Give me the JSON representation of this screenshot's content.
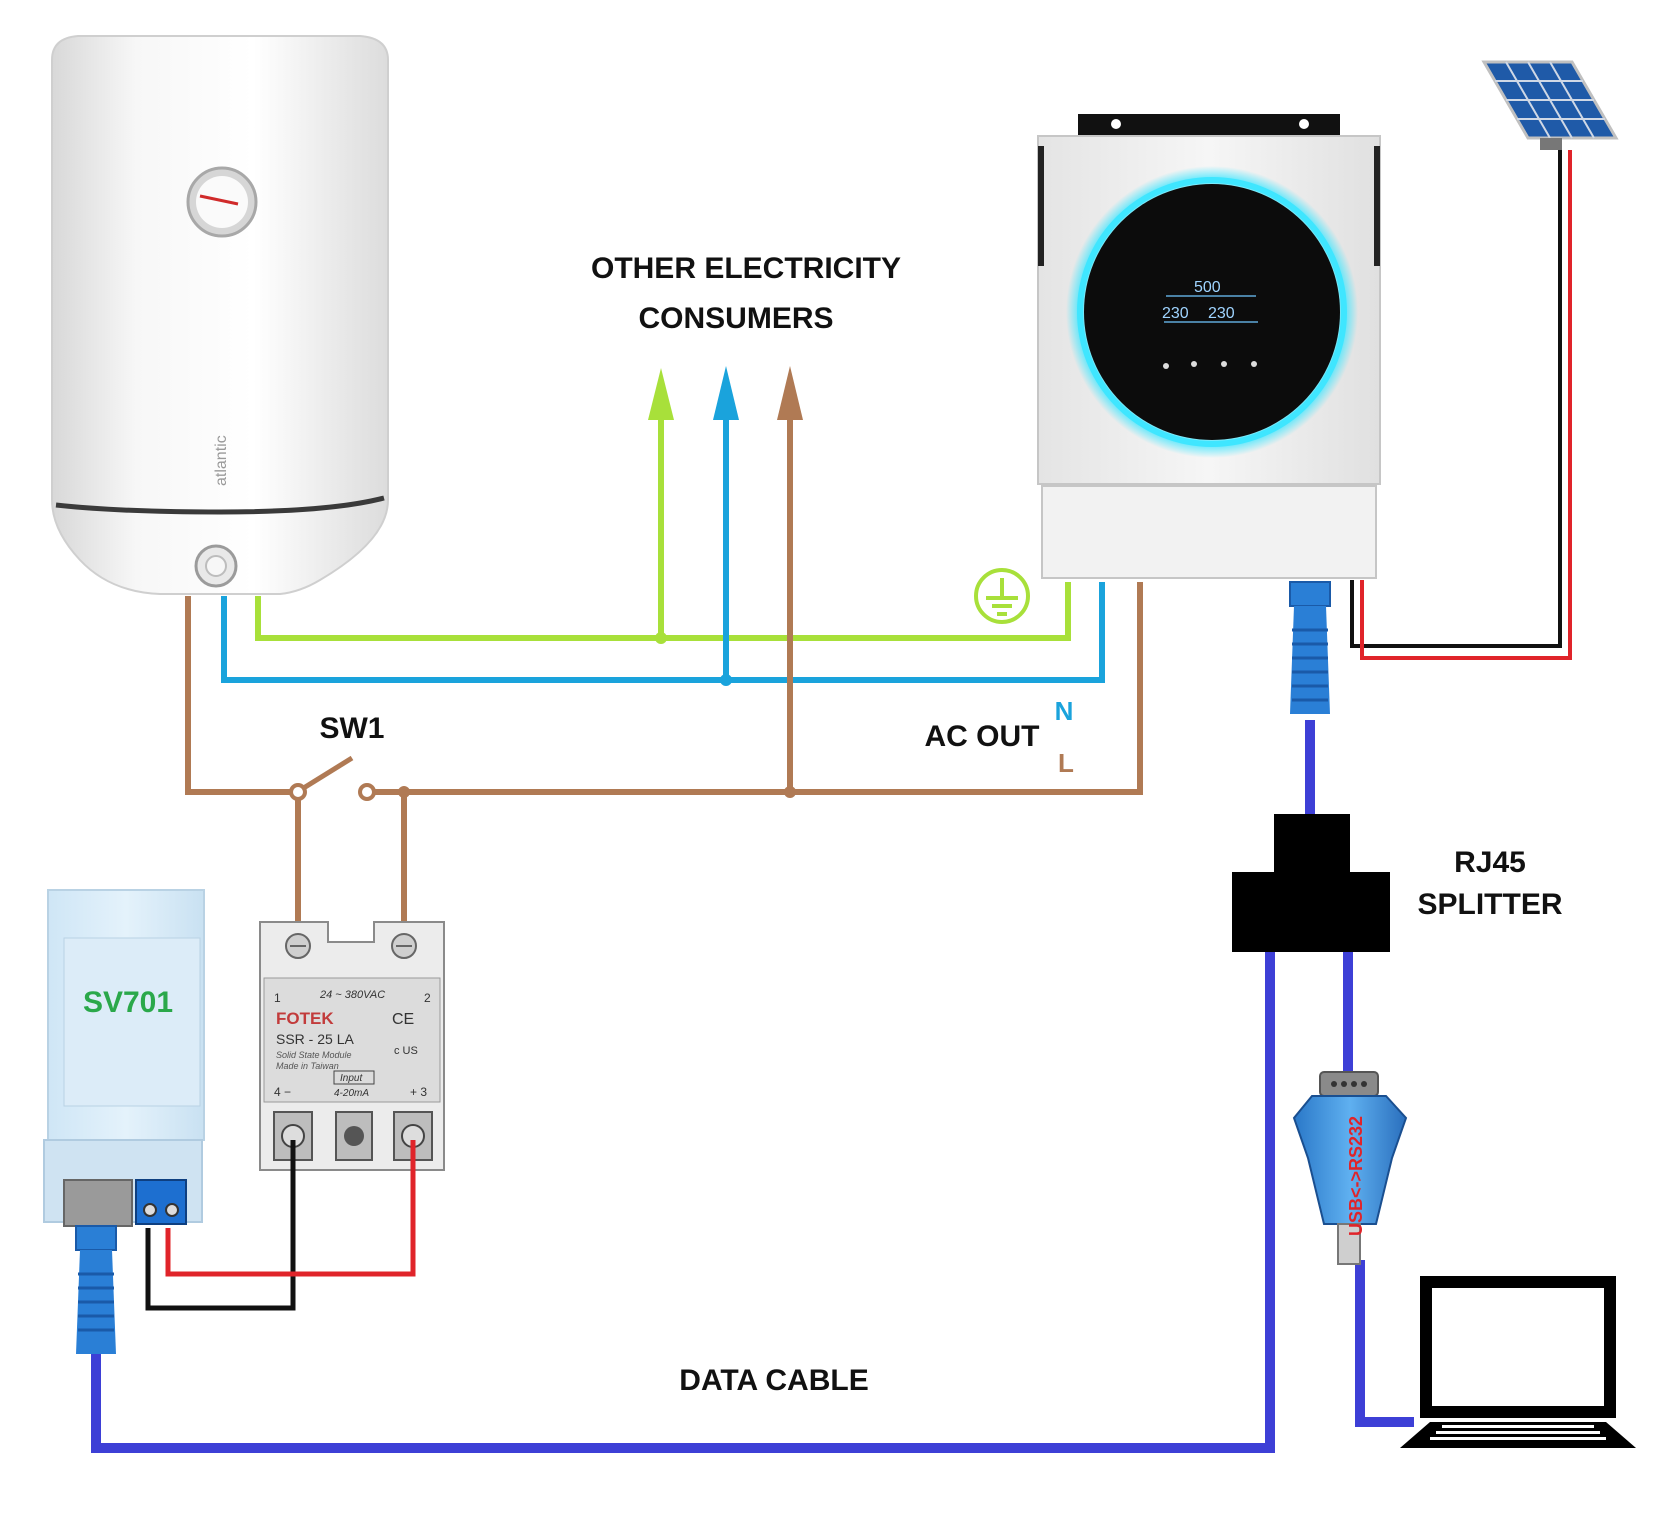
{
  "labels": {
    "consumers_line1": "OTHER ELECTRICITY",
    "consumers_line2": "CONSUMERS",
    "switch": "SW1",
    "ac_out": "AC OUT",
    "neutral": "N",
    "live": "L",
    "splitter_line1": "RJ45",
    "splitter_line2": "SPLITTER",
    "data_cable": "DATA CABLE"
  },
  "devices": {
    "controller_label": "SV701",
    "heater_brand": "atlantic",
    "ssr_brand": "FOTEK",
    "ssr_model": "SSR - 25 LA",
    "ssr_voltage": "24 ~ 380VAC",
    "ssr_ce": "CE",
    "ssr_ul": "c US",
    "ssr_desc1": "Solid State Module",
    "ssr_desc2": "Made in Taiwan",
    "ssr_input": "Input",
    "ssr_current": "4-20mA",
    "ssr_t1": "1",
    "ssr_t2": "2",
    "ssr_t3": "+ 3",
    "ssr_t4": "4 −",
    "usb_adapter_text": "USB<->RS232",
    "inverter_lcd_a": "500",
    "inverter_lcd_b": "230",
    "inverter_lcd_c": "230"
  },
  "colors": {
    "live": "#b07a54",
    "neutral": "#1aa3dc",
    "earth": "#a8e03a",
    "data": "#3d3fd6",
    "red": "#e0242a",
    "black": "#111111",
    "controller_label": "#2aa84a",
    "ring": "#3fe6ff"
  },
  "icons": {
    "earth": "earth-ground-icon",
    "solar": "solar-panel-icon",
    "laptop": "laptop-icon"
  }
}
